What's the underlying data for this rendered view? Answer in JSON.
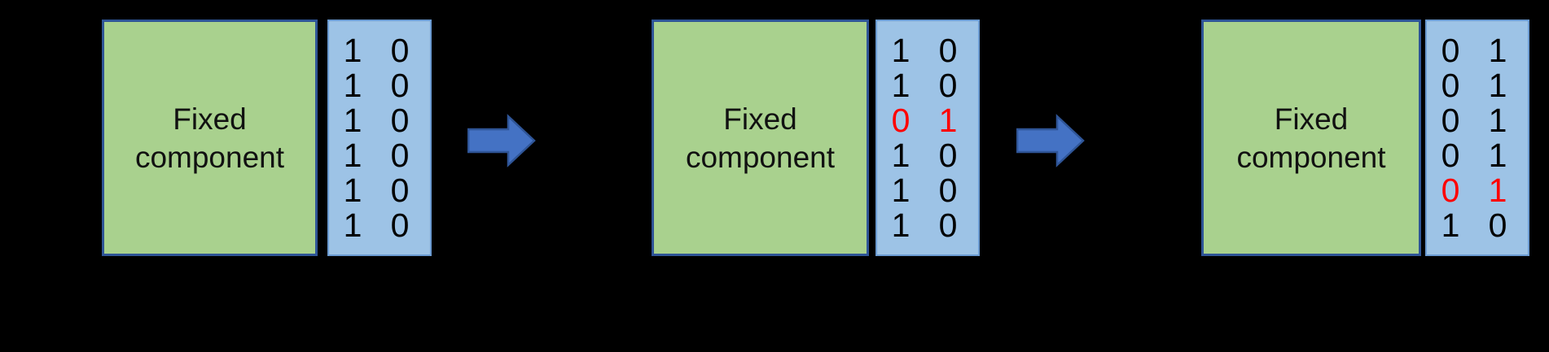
{
  "colors": {
    "background": "#000000",
    "fixed_box_fill": "#A9D18E",
    "fixed_box_border": "#2F5597",
    "matrix_fill": "#9DC3E6",
    "matrix_border": "#6B9BD2",
    "arrow_fill": "#4472C4",
    "arrow_border": "#2F5597",
    "digit_color": "#000000",
    "highlight_color": "#FF0000"
  },
  "arrow_icon": "right-block-arrow",
  "stages": [
    {
      "box": {
        "line1": "Fixed",
        "line2": "component"
      },
      "matrix": {
        "rows": [
          {
            "left": "1",
            "right": "0",
            "highlight": "false"
          },
          {
            "left": "1",
            "right": "0",
            "highlight": "false"
          },
          {
            "left": "1",
            "right": "0",
            "highlight": "false"
          },
          {
            "left": "1",
            "right": "0",
            "highlight": "false"
          },
          {
            "left": "1",
            "right": "0",
            "highlight": "false"
          },
          {
            "left": "1",
            "right": "0",
            "highlight": "false"
          }
        ]
      }
    },
    {
      "box": {
        "line1": "Fixed",
        "line2": "component"
      },
      "matrix": {
        "rows": [
          {
            "left": "1",
            "right": "0",
            "highlight": "false"
          },
          {
            "left": "1",
            "right": "0",
            "highlight": "false"
          },
          {
            "left": "0",
            "right": "1",
            "highlight": "true"
          },
          {
            "left": "1",
            "right": "0",
            "highlight": "false"
          },
          {
            "left": "1",
            "right": "0",
            "highlight": "false"
          },
          {
            "left": "1",
            "right": "0",
            "highlight": "false"
          }
        ]
      }
    },
    {
      "box": {
        "line1": "Fixed",
        "line2": "component"
      },
      "matrix": {
        "rows": [
          {
            "left": "0",
            "right": "1",
            "highlight": "false"
          },
          {
            "left": "0",
            "right": "1",
            "highlight": "false"
          },
          {
            "left": "0",
            "right": "1",
            "highlight": "false"
          },
          {
            "left": "0",
            "right": "1",
            "highlight": "false"
          },
          {
            "left": "0",
            "right": "1",
            "highlight": "true"
          },
          {
            "left": "1",
            "right": "0",
            "highlight": "false"
          }
        ]
      }
    }
  ]
}
